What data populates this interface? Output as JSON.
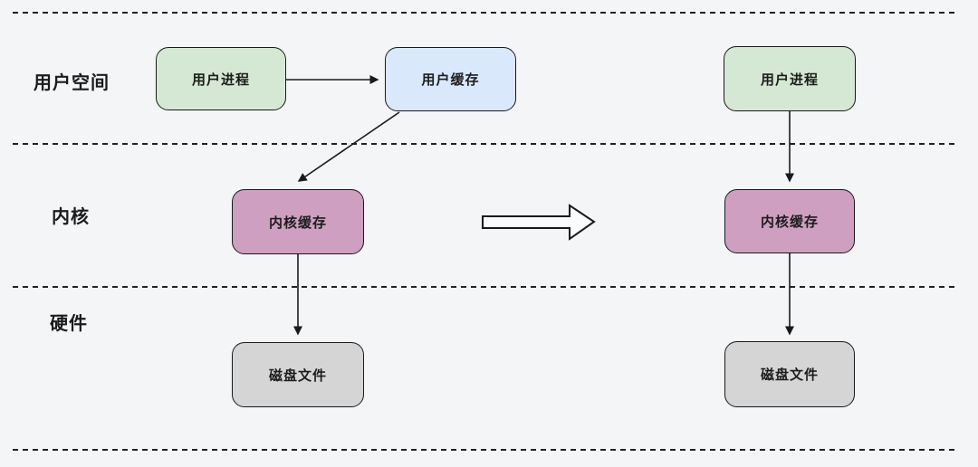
{
  "rows": {
    "user_space": {
      "label": "用户空间"
    },
    "kernel": {
      "label": "内核"
    },
    "hardware": {
      "label": "硬件"
    }
  },
  "nodes": {
    "left_user_process": {
      "label": "用户进程",
      "fill": "#d5e8d4"
    },
    "left_user_buffer": {
      "label": "用户缓存",
      "fill": "#dae8fc"
    },
    "left_kernel_buffer": {
      "label": "内核缓存",
      "fill": "#cf9fc1"
    },
    "left_disk_file": {
      "label": "磁盘文件",
      "fill": "#d5d5d5"
    },
    "right_user_process": {
      "label": "用户进程",
      "fill": "#d5e8d4"
    },
    "right_kernel_buffer": {
      "label": "内核缓存",
      "fill": "#cf9fc1"
    },
    "right_disk_file": {
      "label": "磁盘文件",
      "fill": "#d5d5d5"
    }
  },
  "edges": [
    {
      "from": "left_user_process",
      "to": "left_user_buffer"
    },
    {
      "from": "left_user_buffer",
      "to": "left_kernel_buffer"
    },
    {
      "from": "left_kernel_buffer",
      "to": "left_disk_file"
    },
    {
      "from": "right_user_process",
      "to": "right_kernel_buffer"
    },
    {
      "from": "right_kernel_buffer",
      "to": "right_disk_file"
    }
  ],
  "transform_arrow": {
    "direction": "right"
  },
  "colors": {
    "background": "#f4f5f7",
    "node_border": "#1a1a1a",
    "dashed_line": "#222222",
    "arrow_stroke": "#1a1a1a",
    "hollow_arrow_fill": "#fbfcfd"
  }
}
